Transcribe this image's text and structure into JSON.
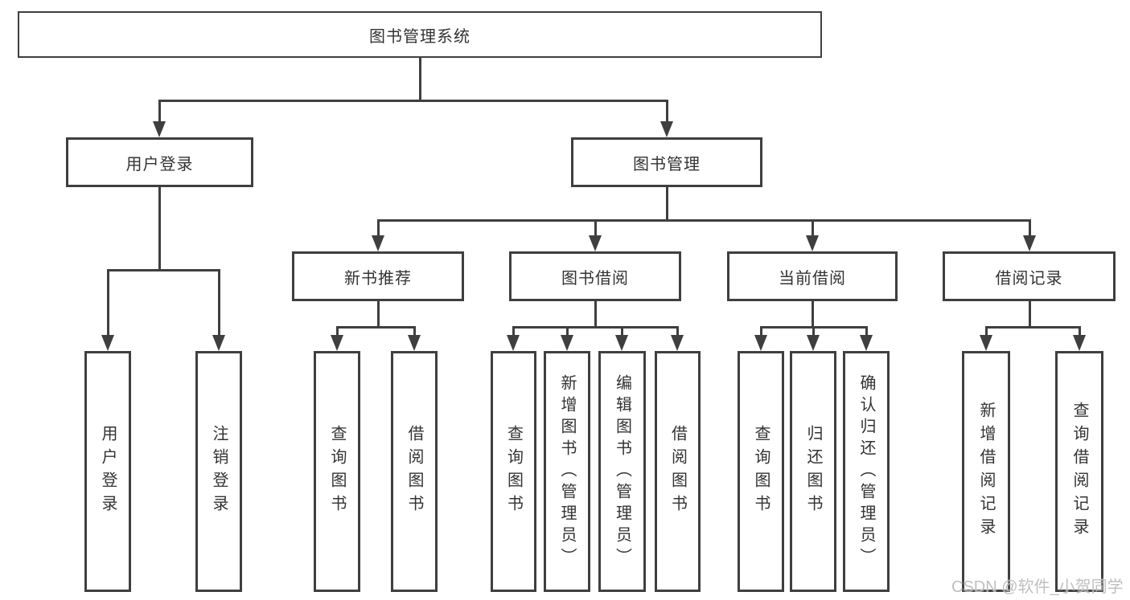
{
  "diagram": {
    "title": "图书管理系统",
    "nodes": {
      "root": "图书管理系统",
      "user_login": "用户登录",
      "book_mgmt": "图书管理",
      "new_book_rec": "新书推荐",
      "book_borrow": "图书借阅",
      "cur_borrow": "当前借阅",
      "borrow_rec": "借阅记录",
      "leaf_user_login": "用户登录",
      "leaf_logout": "注销登录",
      "leaf_query_book_a": "查询图书",
      "leaf_borrow_book_a": "借阅图书",
      "leaf_query_book_b": "查询图书",
      "leaf_add_book": "新增图书（管理员）",
      "leaf_edit_book": "编辑图书（管理员）",
      "leaf_borrow_book_b": "借阅图书",
      "leaf_query_book_c": "查询图书",
      "leaf_return_book": "归还图书",
      "leaf_confirm_return": "确认归还（管理员）",
      "leaf_add_record": "新增借阅记录",
      "leaf_query_record": "查询借阅记录"
    },
    "colors": {
      "line": "#3f3f3f",
      "text": "#333333",
      "background": "#ffffff",
      "watermark": "#b9b9b9"
    }
  },
  "watermark": {
    "text": "CSDN @软件_小贺同学"
  }
}
